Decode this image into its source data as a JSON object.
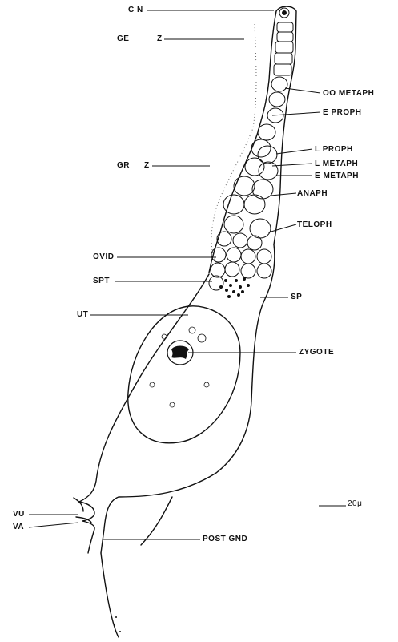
{
  "labels": {
    "cn": "C N",
    "ge": "GE",
    "ge_z": "Z",
    "gr": "GR",
    "gr_z": "Z",
    "oo_metaph": "OO METAPH",
    "e_proph": "E PROPH",
    "l_proph": "L PROPH",
    "l_metaph": "L METAPH",
    "e_metaph": "E METAPH",
    "anaph": "ANAPH",
    "teloph": "TELOPH",
    "ovid": "OVID",
    "spt": "SPT",
    "sp": "SP",
    "ut": "UT",
    "zygote": "ZYGOTE",
    "vu": "VU",
    "va": "VA",
    "post_gnd": "POST GND",
    "scale": "20μ"
  }
}
